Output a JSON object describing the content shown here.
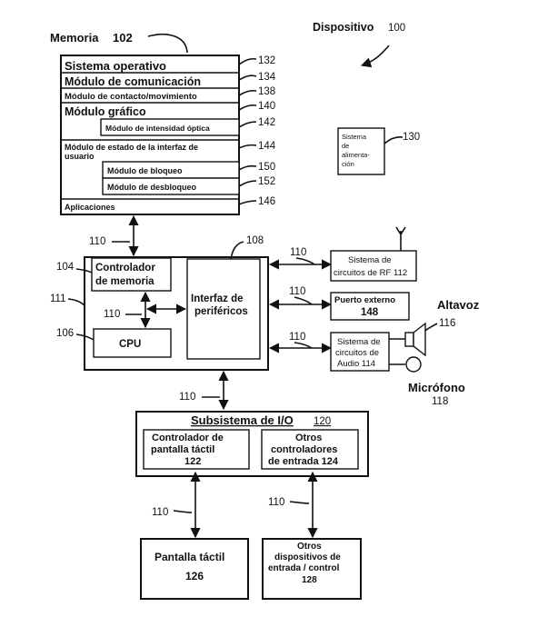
{
  "memory": {
    "title": "Memoria",
    "ref": "102",
    "rows": [
      {
        "label": "Sistema operativo",
        "ref": "132"
      },
      {
        "label": "Módulo de comunicación",
        "ref": "134"
      },
      {
        "label": "Módulo de contacto/movimiento",
        "ref": "138"
      },
      {
        "label": "Módulo gráfico",
        "ref": "140"
      },
      {
        "label": "Módulo de intensidad óptica",
        "ref": "142"
      },
      {
        "label_line1": "Módulo de estado de la interfaz de",
        "label_line2": "usuario",
        "ref": "144"
      },
      {
        "label": "Módulo de bloqueo",
        "ref": "150"
      },
      {
        "label": "Módulo de desbloqueo",
        "ref": "152"
      },
      {
        "label": "Aplicaciones",
        "ref": "146"
      }
    ]
  },
  "device": {
    "title": "Dispositivo",
    "ref": "100"
  },
  "power": {
    "lines": [
      "Sistema",
      "de",
      "alimenta-",
      "ción"
    ],
    "ref": "130"
  },
  "controller": {
    "ref_outer": "111",
    "mem_ctrl": {
      "line1": "Controlador",
      "line2": "de memoria",
      "ref": "104"
    },
    "cpu": {
      "label": "CPU",
      "ref": "106"
    },
    "periph": {
      "line1": "Interfaz de",
      "line2": "periféricos",
      "ref": "108"
    },
    "bus_ref": "110"
  },
  "rf": {
    "line1": "Sistema de",
    "line2": "circuitos de RF 112"
  },
  "ext_port": {
    "line1": "Puerto externo",
    "line2": "148"
  },
  "audio": {
    "line1": "Sistema de",
    "line2": "circuitos de",
    "line3": "Audio 114"
  },
  "speaker": {
    "label": "Altavoz",
    "ref": "116"
  },
  "microphone": {
    "label": "Micrófono",
    "ref": "118"
  },
  "io": {
    "title": "Subsistema de  I/O",
    "ref": "120",
    "touch_ctrl": {
      "line1": "Controlador de",
      "line2": "pantalla táctil",
      "line3": "122"
    },
    "other_ctrl": {
      "line1": "Otros",
      "line2": "controladores",
      "line3": "de entrada 124"
    }
  },
  "touchscreen": {
    "line1": "Pantalla táctil",
    "line2": "126"
  },
  "other_devices": {
    "line1": "Otros",
    "line2": "dispositivos de",
    "line3": "entrada / control",
    "line4": "128"
  },
  "bus_labels": [
    "110",
    "110",
    "110",
    "110",
    "110",
    "110",
    "110",
    "110"
  ]
}
